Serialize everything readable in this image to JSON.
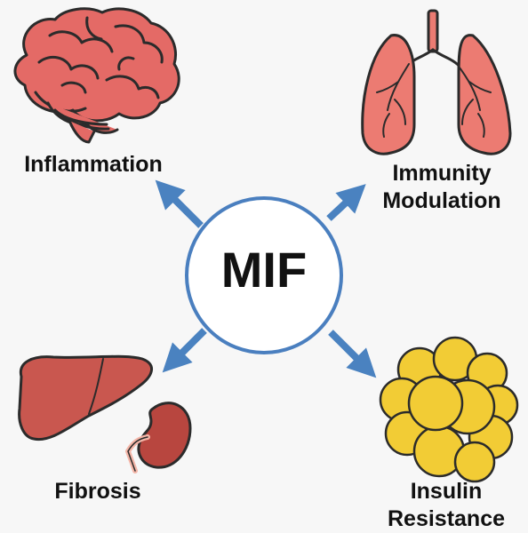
{
  "center": {
    "label": "MIF"
  },
  "organs": [
    {
      "id": "inflammation",
      "label": "Inflammation",
      "icon": "brain-icon"
    },
    {
      "id": "immunity",
      "label_line1": "Immunity",
      "label_line2": "Modulation",
      "icon": "lungs-icon"
    },
    {
      "id": "fibrosis",
      "label": "Fibrosis",
      "icon": "liver-kidney-icon"
    },
    {
      "id": "insulin",
      "label_line1": "Insulin",
      "label_line2": "Resistance",
      "icon": "fat-cells-icon"
    }
  ],
  "colors": {
    "arrow": "#4a82c0",
    "circle_stroke": "#4a7fbf",
    "brain": "#e46a66",
    "lungs": "#ec7b72",
    "liver": "#c9574f",
    "fat": "#f2cc35"
  }
}
